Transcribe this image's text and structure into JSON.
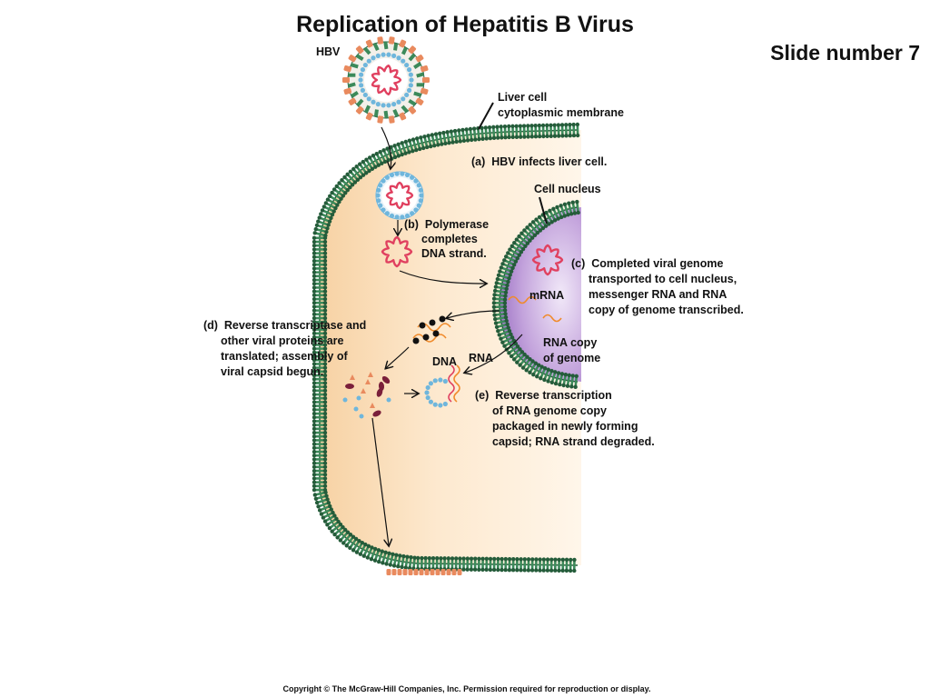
{
  "title": "Replication of Hepatitis B Virus",
  "slide_number": "Slide number 7",
  "labels": {
    "hbv": "HBV",
    "membrane": [
      "Liver cell",
      "cytoplasmic membrane"
    ],
    "nucleus": "Cell nucleus",
    "step_a": "(a)  HBV infects liver cell.",
    "step_b": [
      "(b)  Polymerase",
      "completes",
      "DNA strand."
    ],
    "step_c": [
      "(c)  Completed viral genome",
      "transported to cell nucleus,",
      "messenger RNA and RNA",
      "copy of genome transcribed."
    ],
    "mrna": "mRNA",
    "step_d": [
      "(d)  Reverse transcriptase and",
      "other viral proteins are",
      "translated; assembly of",
      "viral capsid begun."
    ],
    "rna_copy": [
      "RNA copy",
      "of genome"
    ],
    "dna": "DNA",
    "rna": "RNA",
    "step_e": [
      "(e)  Reverse transcription",
      "of RNA genome copy",
      "packaged in newly forming",
      "capsid; RNA strand degraded."
    ]
  },
  "copyright": "Copyright © The McGraw-Hill Companies, Inc. Permission required for reproduction or display.",
  "colors": {
    "membrane": "#3c8a5a",
    "membrane_dark": "#245c3a",
    "cytoplasm": "#fbe3c2",
    "nucleus": "#b38fd0",
    "capsid_dots": "#6fb6dc",
    "genome": "#e0405f",
    "envelope_orange": "#e98a5e",
    "mrna": "#f08a2a"
  }
}
